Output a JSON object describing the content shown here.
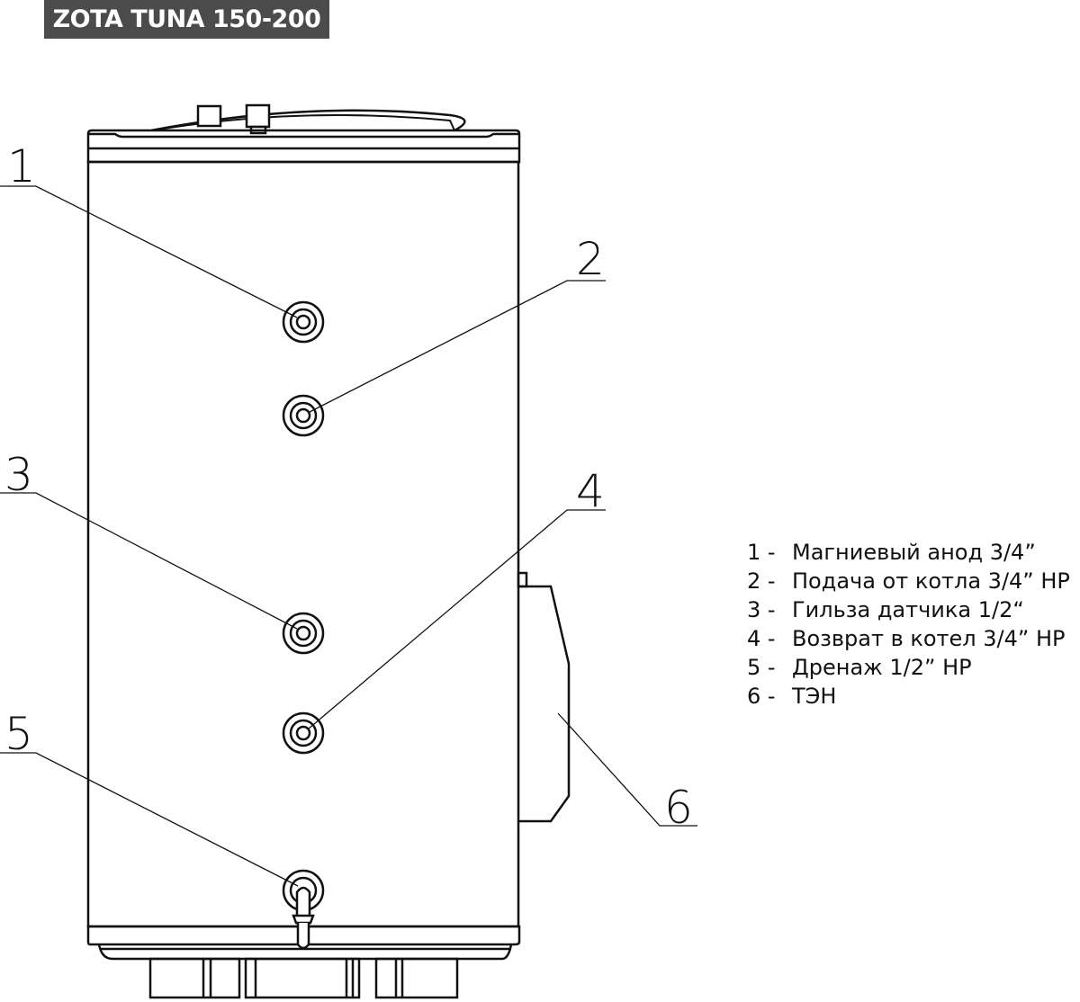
{
  "title": "ZOTA TUNA 150-200",
  "callouts": [
    "1",
    "2",
    "3",
    "4",
    "5",
    "6"
  ],
  "legend": [
    {
      "num": "1 -",
      "text": "Магниевый анод 3/4”"
    },
    {
      "num": "2 -",
      "text": "Подача от котла 3/4” НР"
    },
    {
      "num": "3 -",
      "text": "Гильза датчика 1/2“"
    },
    {
      "num": "4 -",
      "text": "Возврат в котел 3/4” НР"
    },
    {
      "num": "5 -",
      "text": "Дренаж 1/2” НР"
    },
    {
      "num": "6 -",
      "text": "ТЭН"
    }
  ]
}
